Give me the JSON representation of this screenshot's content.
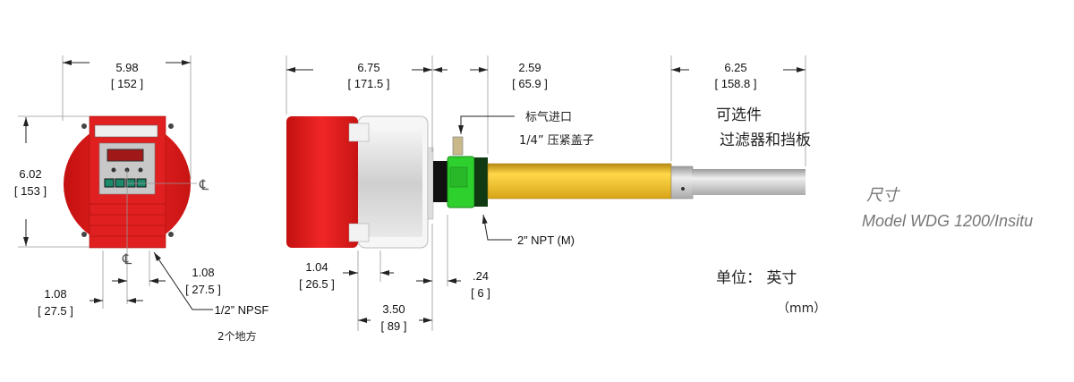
{
  "front_view": {
    "width_in": "5.98",
    "width_mm": "[ 152 ]",
    "height_in": "6.02",
    "height_mm": "[ 153 ]",
    "centerline_symbol": "℄",
    "offset_left_in": "1.08",
    "offset_left_mm": "[ 27.5 ]",
    "offset_right_in": "1.08",
    "offset_right_mm": "[ 27.5 ]",
    "port_label": "1/2” NPSF",
    "port_qty": "2个地方"
  },
  "side_view": {
    "body_length_in": "6.75",
    "body_length_mm": "[ 171.5 ]",
    "fitting_length_in": "2.59",
    "fitting_length_mm": "[ 65.9 ]",
    "probe_length_in": "6.25",
    "probe_length_mm": "[ 158.8 ]",
    "cover_in": "1.04",
    "cover_mm": "[ 26.5 ]",
    "housing_in": "3.50",
    "housing_mm": "[ 89 ]",
    "gap_in": ".24",
    "gap_mm": "[ 6 ]",
    "cal_gas_label": "标气进口",
    "compression_label": "1/4” 压紧盖子",
    "thread_label": "2” NPT (M)",
    "option_title": "可选件",
    "option_desc": "过滤器和挡板"
  },
  "title": {
    "cn": "尺寸",
    "model": "Model WDG 1200/Insitu"
  },
  "units": {
    "label": "单位：  英寸",
    "mm": "（mm）"
  },
  "colors": {
    "red": "#e21b1b",
    "green": "#2ecc2e",
    "yellow": "#f0c020",
    "silver": "#d8d8d8"
  }
}
